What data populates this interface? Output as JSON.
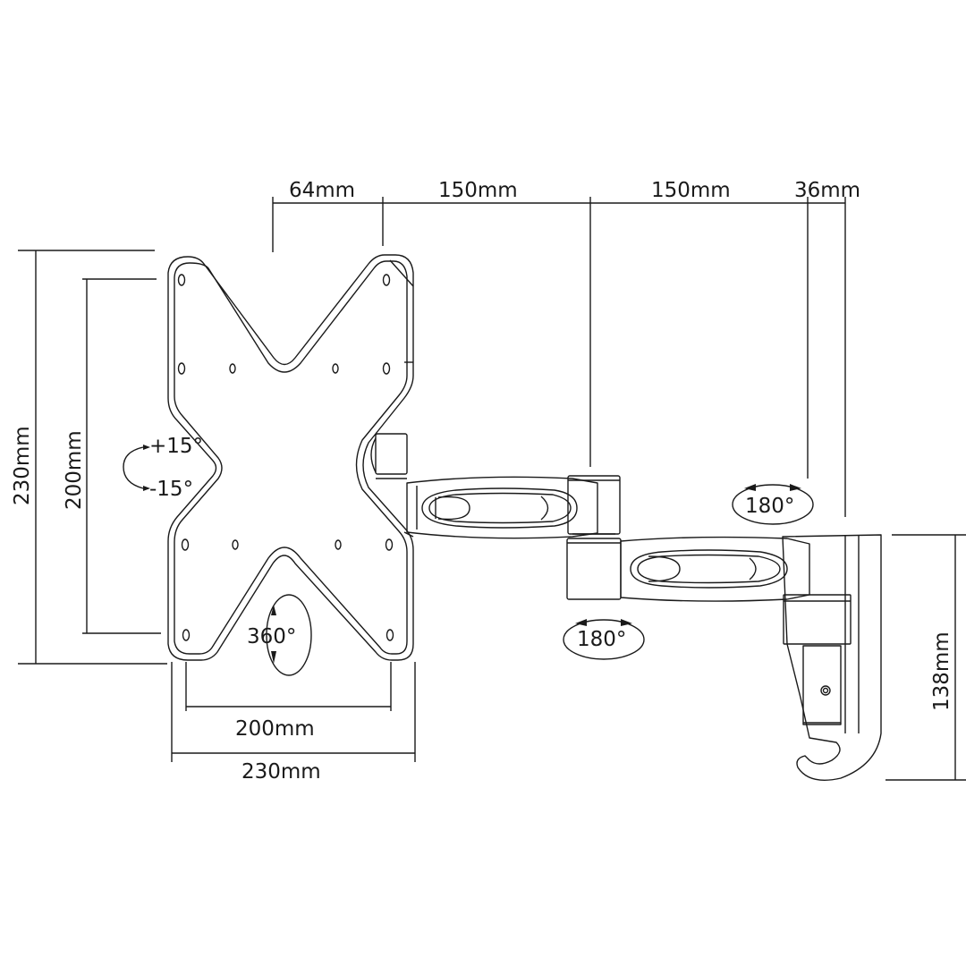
{
  "diagram": {
    "subject": "Full-motion TV wall mount dimension drawing",
    "colors": {
      "line": "#1a1a1a",
      "background": "#ffffff"
    },
    "top_dimensions": [
      {
        "id": "arm-offset",
        "label": "64mm"
      },
      {
        "id": "arm-1",
        "label": "150mm"
      },
      {
        "id": "arm-2",
        "label": "150mm"
      },
      {
        "id": "wall-depth",
        "label": "36mm"
      }
    ],
    "left_dimensions": {
      "plate_height": "230mm",
      "vesa_height": "200mm"
    },
    "bottom_dimensions": {
      "vesa_width": "200mm",
      "plate_width": "230mm"
    },
    "right_dimensions": {
      "wall_plate_height": "138mm"
    },
    "rotation_labels": {
      "tilt_up": "+15°",
      "tilt_down": "-15°",
      "rotation": "360°",
      "swivel_arm": "180°",
      "swivel_wall": "180°"
    }
  }
}
